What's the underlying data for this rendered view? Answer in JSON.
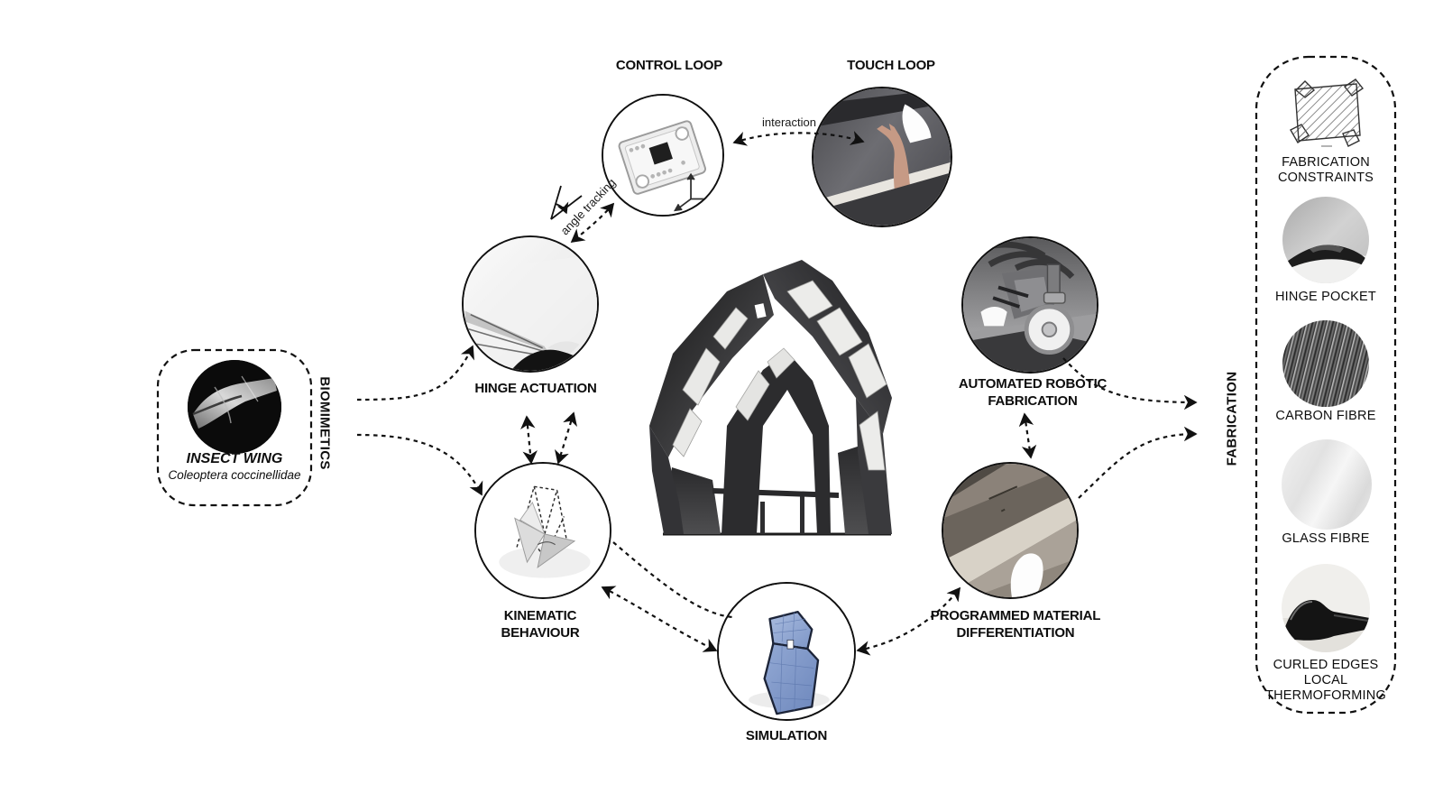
{
  "diagram": {
    "biomimetics": {
      "side_label": "BIOMIMETICS",
      "node_title": "INSECT WING",
      "node_subtitle": "Coleoptera coccinellidae"
    },
    "top_loop": {
      "control_label": "CONTROL LOOP",
      "touch_label": "TOUCH LOOP",
      "interaction_label": "interaction",
      "angle_tracking_label": "angle tracking"
    },
    "nodes": {
      "hinge_actuation": "HINGE ACTUATION",
      "kinematic_1": "KINEMATIC",
      "kinematic_2": "BEHAVIOUR",
      "simulation": "SIMULATION",
      "robotic_1": "AUTOMATED ROBOTIC",
      "robotic_2": "FABRICATION",
      "material_1": "PROGRAMMED MATERIAL",
      "material_2": "DIFFERENTIATION"
    },
    "fabrication": {
      "side_label": "FABRICATION",
      "items": [
        {
          "name": "fabrication-constraints",
          "lines": [
            "FABRICATION",
            "CONSTRAINTS"
          ]
        },
        {
          "name": "hinge-pocket",
          "lines": [
            "HINGE POCKET"
          ]
        },
        {
          "name": "carbon-fibre",
          "lines": [
            "CARBON FIBRE"
          ]
        },
        {
          "name": "glass-fibre",
          "lines": [
            "GLASS FIBRE"
          ]
        },
        {
          "name": "curled-edges",
          "lines": [
            "CURLED EDGES",
            "LOCAL",
            "THERMOFORMING"
          ]
        }
      ]
    },
    "colors": {
      "ink": "#111111",
      "simulation_blue": "#8ea6d3",
      "skin": "#c69a85",
      "background": "#ffffff"
    }
  }
}
